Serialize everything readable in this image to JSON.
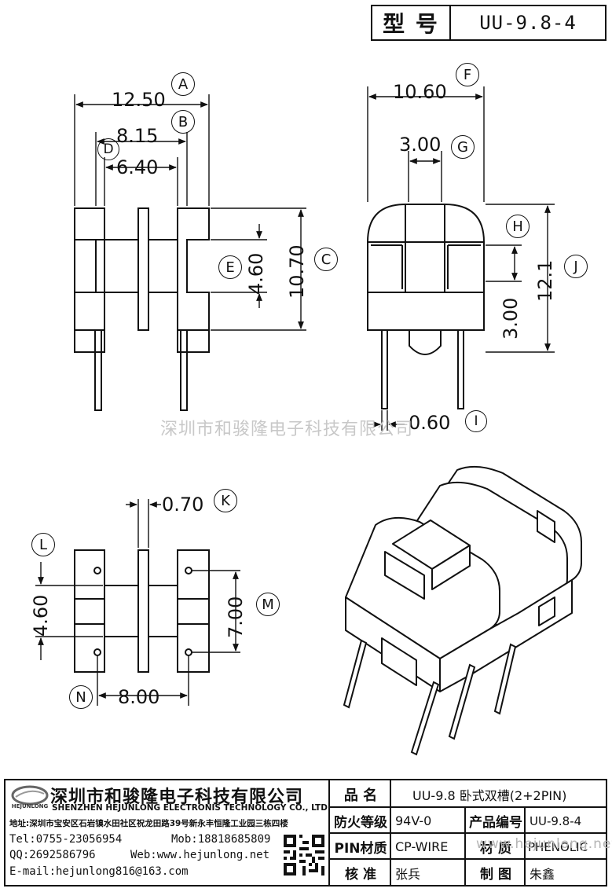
{
  "header": {
    "model_label": "型 号",
    "model_value": "UU-9.8-4"
  },
  "watermark": "深圳市和骏隆电子科技有限公司",
  "dimensions": {
    "A": {
      "letter": "A",
      "value": "12.50"
    },
    "B": {
      "letter": "B",
      "value": "8.15"
    },
    "D": {
      "letter": "D",
      "value": "6.40"
    },
    "E": {
      "letter": "E",
      "value": "4.60"
    },
    "C": {
      "letter": "C",
      "value": "10.70"
    },
    "F": {
      "letter": "F",
      "value": "10.60"
    },
    "G": {
      "letter": "G",
      "value": "3.00"
    },
    "H": {
      "letter": "H",
      "value": "3.00"
    },
    "J": {
      "letter": "J",
      "value": "12.1"
    },
    "I": {
      "letter": "I",
      "value": "0.60"
    },
    "K": {
      "letter": "K",
      "value": "0.70"
    },
    "L": {
      "letter": "L",
      "value": "4.60"
    },
    "M": {
      "letter": "M",
      "value": "7.00"
    },
    "N": {
      "letter": "N",
      "value": "8.00"
    }
  },
  "company": {
    "logo_text": "HEJUNLONG",
    "name_cn": "深圳市和骏隆电子科技有限公司",
    "name_en": "SHENZHEN HEJUNLONG ELECTRONIS TECHNOLOGY CO., LTD",
    "address": "地址:深圳市宝安区石岩镇水田社区祝龙田路39号新永丰恒隆工业园三栋四楼",
    "tel": "Tel:0755-23056954",
    "mob": "Mob:18818685809",
    "qq": "QQ:2692586796",
    "web": "Web:www.hejunlong.net",
    "email": "E-mail:hejunlong816@163.com"
  },
  "info_table": {
    "product_name_label": "品 名",
    "product_name_value": "UU-9.8 卧式双槽(2+2PIN)",
    "fire_label": "防火等级",
    "fire_value": "94V-0",
    "product_no_label": "产品编号",
    "product_no_value": "UU-9.8-4",
    "pin_label": "PIN材质",
    "pin_value": "CP-WIRE",
    "material_label": "材 质",
    "material_value": "PHENOLIC",
    "check_label": "核 准",
    "check_value": "张兵",
    "draw_label": "制 图",
    "draw_value": "朱鑫"
  },
  "table_watermark": "www.hejunlong.net"
}
